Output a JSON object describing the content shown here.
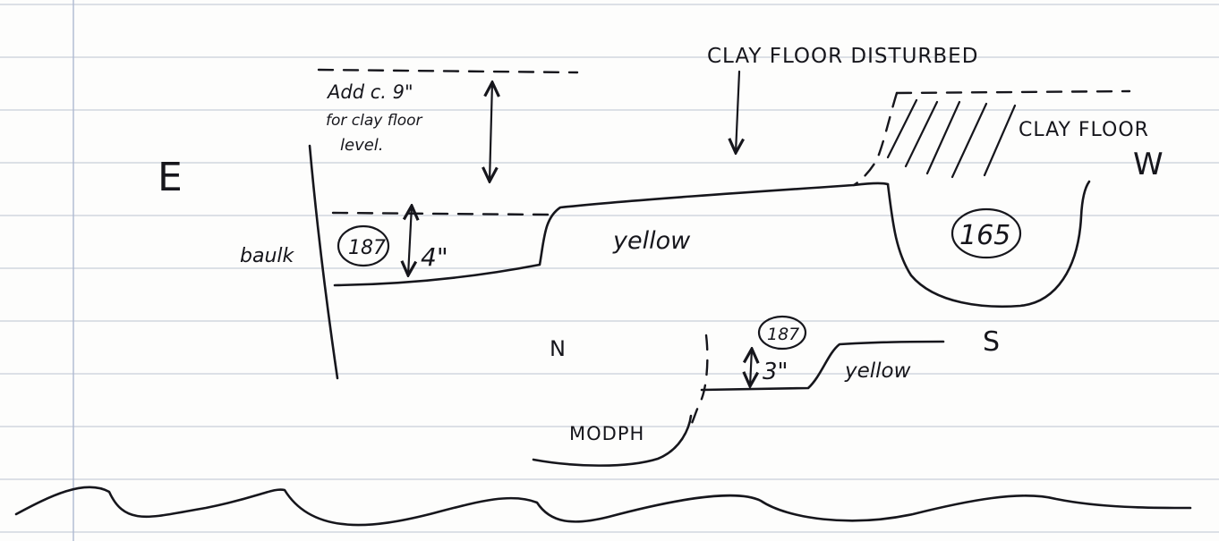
{
  "colors": {
    "paper": "#fdfdfc",
    "rule_lines": "#c9cfd8",
    "margin_line": "#aeb9d2",
    "ink": "#16161c"
  },
  "labels": {
    "east": "E",
    "west": "W",
    "north": "N",
    "south": "S",
    "clay_floor_disturbed": "CLAY FLOOR DISTURBED",
    "clay_floor": "CLAY FLOOR",
    "note_line1": "Add c. 9\"",
    "note_line2": "for clay floor",
    "note_line3": "level.",
    "baulk": "baulk",
    "context_187_upper": "187",
    "context_187_lower": "187",
    "context_165": "165",
    "depth_upper": "4\"",
    "depth_lower": "3\"",
    "yellow_upper": "yellow",
    "yellow_lower": "yellow",
    "modph": "MODPH"
  }
}
